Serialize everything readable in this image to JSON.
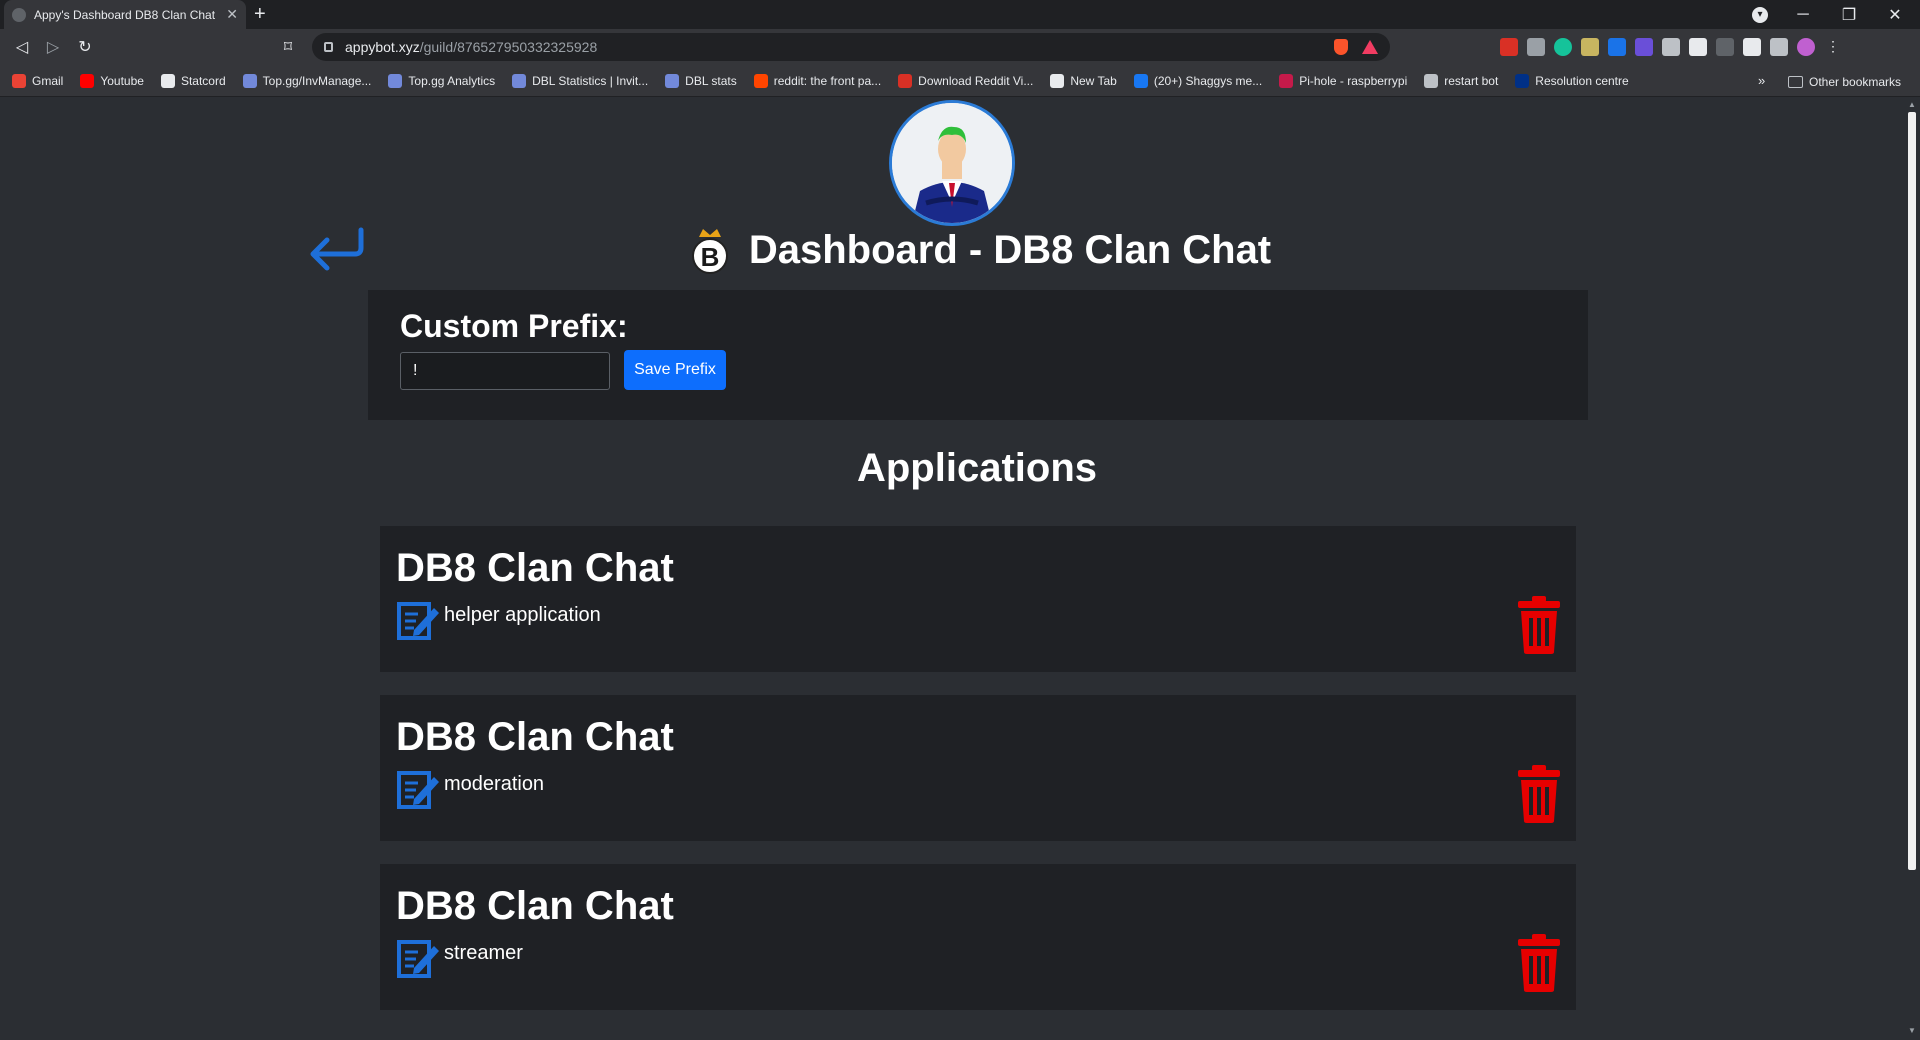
{
  "browser": {
    "tab_title": "Appy's Dashboard DB8 Clan Chat",
    "url_host": "appybot.xyz",
    "url_path": "/guild/876527950332325928",
    "bookmarks": [
      {
        "label": "Gmail",
        "color": "#ea4335"
      },
      {
        "label": "Youtube",
        "color": "#ff0000"
      },
      {
        "label": "Statcord",
        "color": "#e8eaed"
      },
      {
        "label": "Top.gg/InvManage...",
        "color": "#7289da"
      },
      {
        "label": "Top.gg Analytics",
        "color": "#7289da"
      },
      {
        "label": "DBL Statistics | Invit...",
        "color": "#7289da"
      },
      {
        "label": "DBL stats",
        "color": "#7289da"
      },
      {
        "label": "reddit: the front pa...",
        "color": "#ff4500"
      },
      {
        "label": "Download Reddit Vi...",
        "color": "#d93025"
      },
      {
        "label": "New Tab",
        "color": "#e8eaed"
      },
      {
        "label": "(20+) Shaggys me...",
        "color": "#1877f2"
      },
      {
        "label": "Pi-hole - raspberrypi",
        "color": "#c51a4a"
      },
      {
        "label": "restart bot",
        "color": "#bdc1c6"
      },
      {
        "label": "Resolution centre",
        "color": "#003087"
      }
    ],
    "bookmarks_more": "»",
    "other_bookmarks": "Other bookmarks"
  },
  "header": {
    "title": "Dashboard - DB8 Clan Chat"
  },
  "prefix": {
    "label": "Custom Prefix:",
    "value": "!",
    "save_label": "Save Prefix"
  },
  "applications": {
    "title": "Applications",
    "items": [
      {
        "name": "DB8 Clan Chat",
        "type": "helper application"
      },
      {
        "name": "DB8 Clan Chat",
        "type": "moderation"
      },
      {
        "name": "DB8 Clan Chat",
        "type": "streamer"
      }
    ]
  },
  "colors": {
    "accent": "#0d6efd",
    "icon_blue": "#1e6fd9",
    "delete_red": "#e60000"
  }
}
